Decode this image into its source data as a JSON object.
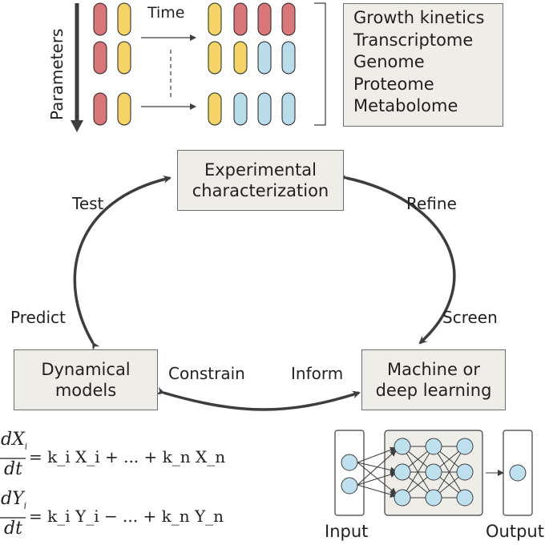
{
  "top": {
    "axis_label": "Parameters",
    "time_label": "Time",
    "omics": [
      "Growth kinetics",
      "Transcriptome",
      "Genome",
      "Proteome",
      "Metabolome"
    ]
  },
  "cycle": {
    "experimental": [
      "Experimental",
      "characterization"
    ],
    "dynamical": [
      "Dynamical",
      "models"
    ],
    "ml": [
      "Machine or",
      "deep learning"
    ],
    "arrows": {
      "test": "Test",
      "refine": "Refine",
      "predict": "Predict",
      "screen": "Screen",
      "constrain": "Constrain",
      "inform": "Inform"
    }
  },
  "equations": {
    "eq1": {
      "num": "dX",
      "num_sub": "i",
      "den": "dt",
      "rhs": "= k_i X_i + ... + k_n X_n"
    },
    "eq2": {
      "num": "dY",
      "num_sub": "i",
      "den": "dt",
      "rhs": "= k_i Y_i − ... + k_n Y_n"
    }
  },
  "network": {
    "input_label": "Input",
    "output_label": "Output"
  },
  "colors": {
    "red": "#d9767a",
    "yellow": "#f4d467",
    "blue": "#b8dcea",
    "box_fill": "#eeede8",
    "stroke": "#3d3d3f",
    "node": "#bfe0ef"
  }
}
